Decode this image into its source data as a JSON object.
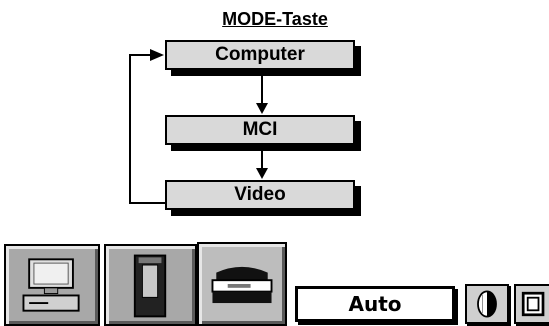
{
  "diagram": {
    "title": "MODE-Taste",
    "boxes": {
      "computer": "Computer",
      "mci": "MCI",
      "video": "Video"
    }
  },
  "toolbar": {
    "buttons": [
      {
        "icon": "computer-icon"
      },
      {
        "icon": "memory-card-icon"
      },
      {
        "icon": "projector-icon"
      }
    ],
    "mode_value": "Auto",
    "extra_icons": [
      "adjust-icon",
      "frame-icon"
    ]
  }
}
